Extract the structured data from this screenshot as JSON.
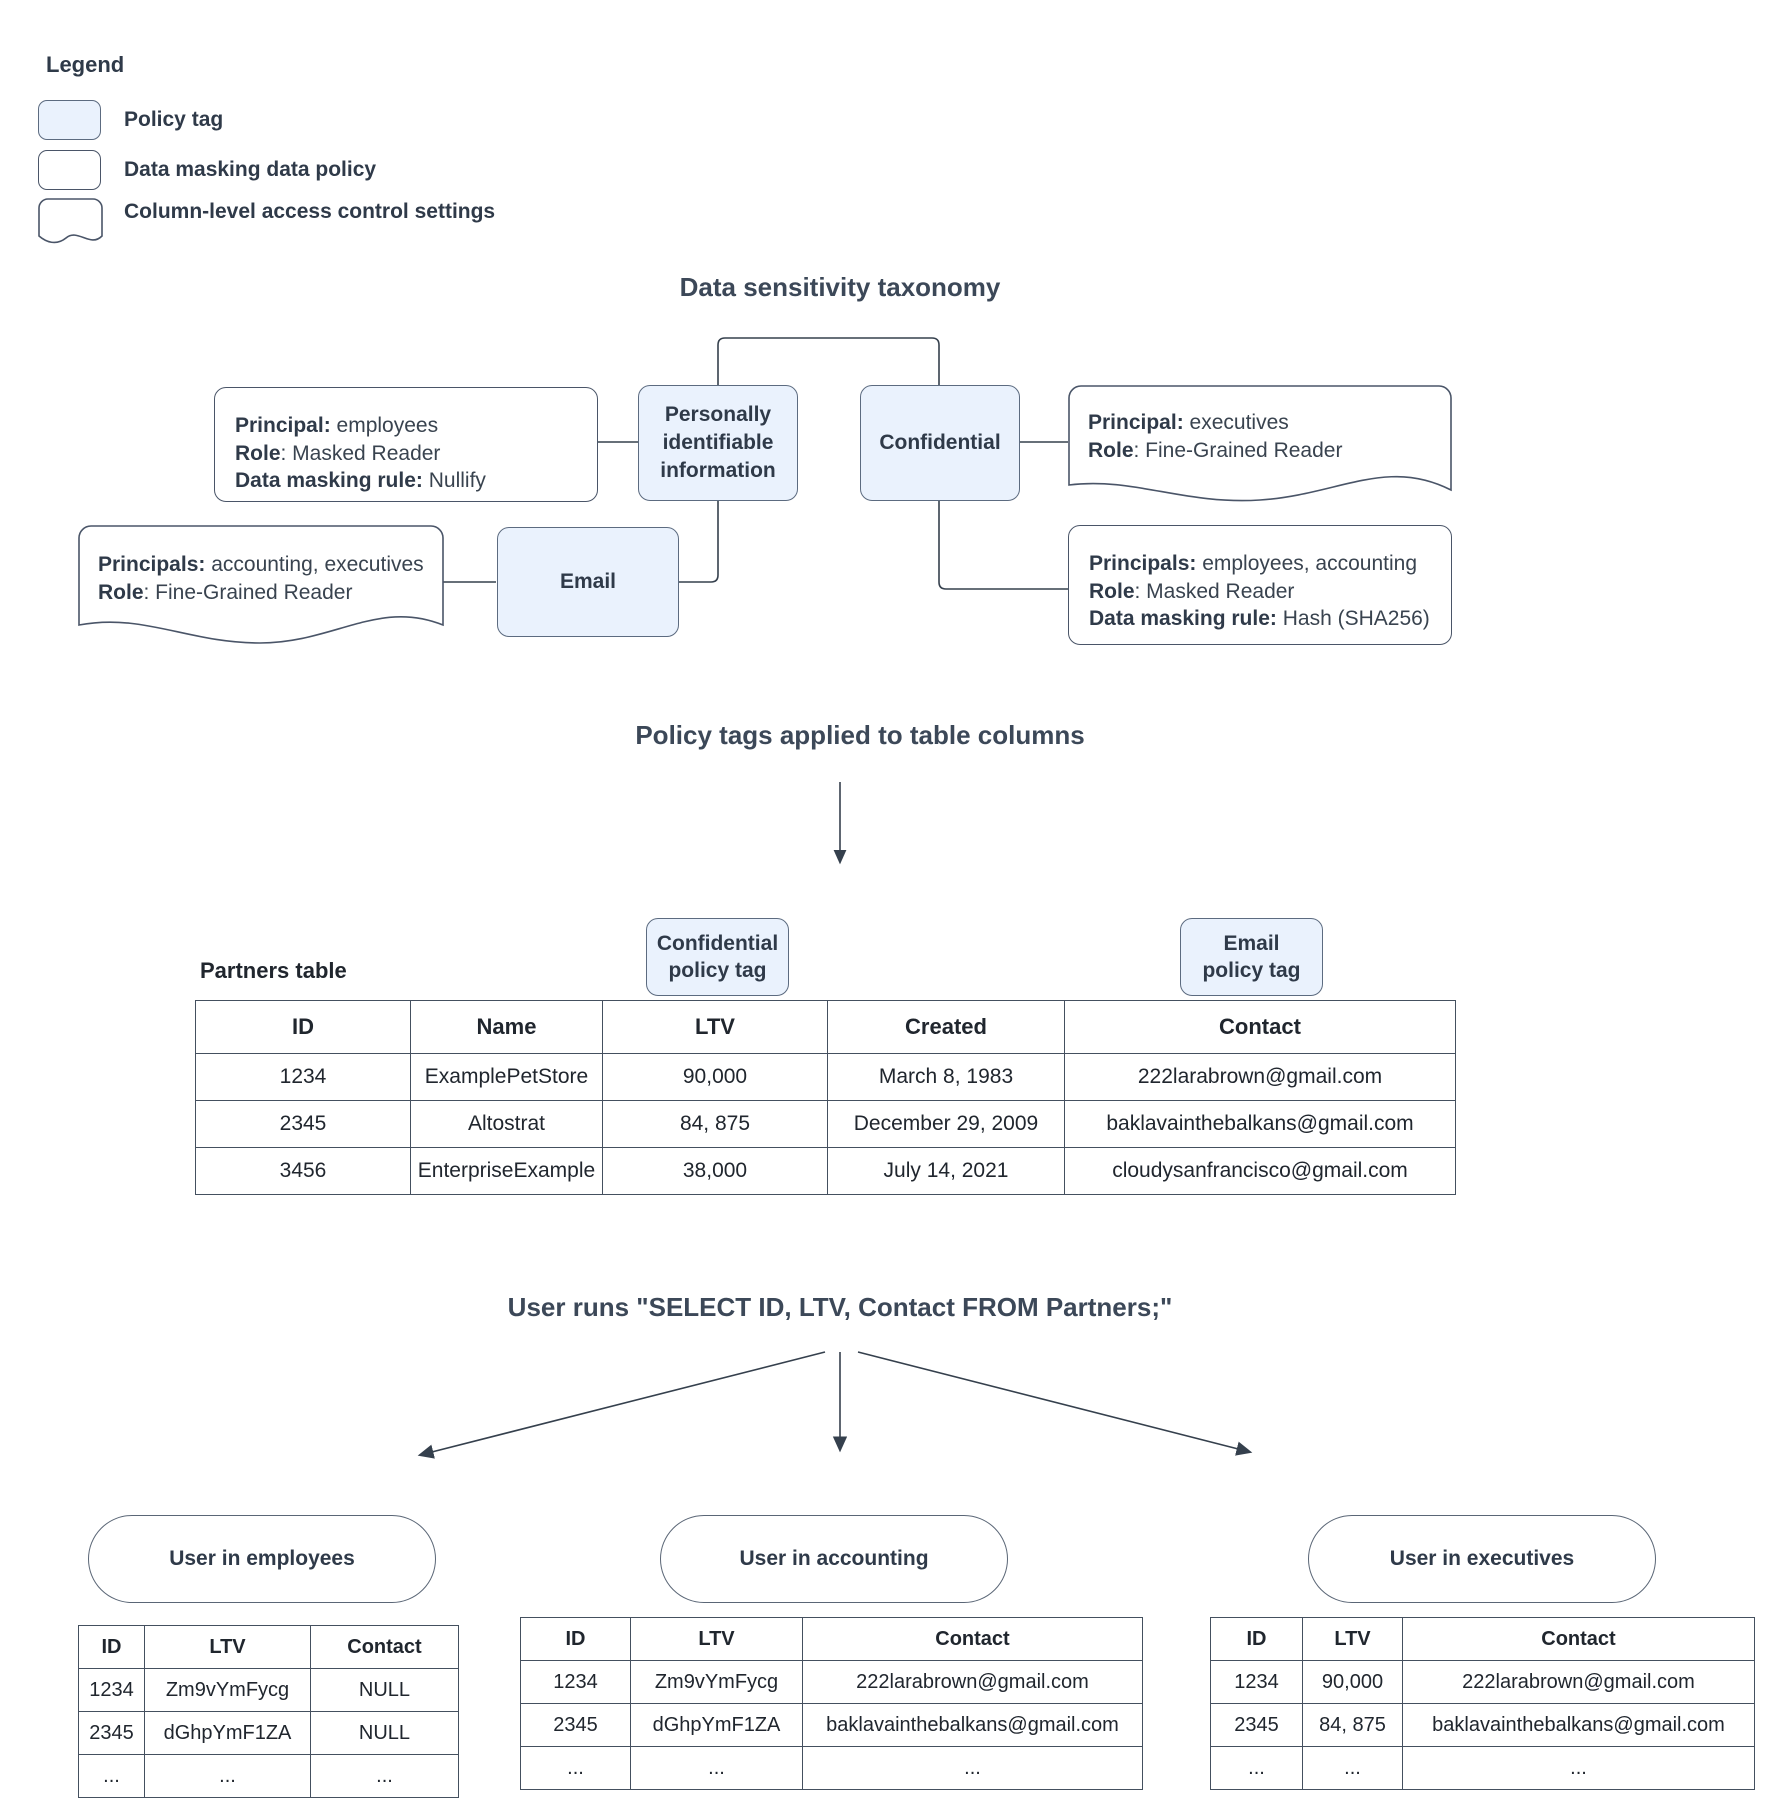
{
  "legend": {
    "title": "Legend",
    "items": [
      {
        "label": "Policy tag",
        "shape": "rounded-filled",
        "color": "#eaf2fd"
      },
      {
        "label": "Data masking data policy",
        "shape": "rounded-plain",
        "color": "#ffffff"
      },
      {
        "label": "Column-level access control settings",
        "shape": "wavy-bottom",
        "color": "#ffffff"
      }
    ]
  },
  "taxonomy": {
    "title": "Data sensitivity taxonomy",
    "tags": [
      {
        "name": "pii",
        "label": "Personally identifiable information"
      },
      {
        "name": "confidential",
        "label": "Confidential"
      },
      {
        "name": "email",
        "label": "Email"
      }
    ],
    "policies": [
      {
        "name": "pii-masking-policy",
        "type": "data-masking",
        "lines": [
          {
            "key": "Principal:",
            "value": " employees"
          },
          {
            "key": "Role",
            "value": ": Masked Reader"
          },
          {
            "key": "Data masking rule:",
            "value": " Nullify"
          }
        ]
      },
      {
        "name": "email-access-policy",
        "type": "column-level-access",
        "lines": [
          {
            "key": "Principals:",
            "value": " accounting, executives"
          },
          {
            "key": "Role",
            "value": ": Fine-Grained Reader"
          }
        ]
      },
      {
        "name": "confidential-access-policy",
        "type": "column-level-access",
        "lines": [
          {
            "key": "Principal:",
            "value": " executives"
          },
          {
            "key": "Role",
            "value": ": Fine-Grained Reader"
          }
        ]
      },
      {
        "name": "confidential-masking-policy",
        "type": "data-masking",
        "lines": [
          {
            "key": "Principals:",
            "value": " employees, accounting"
          },
          {
            "key": "Role",
            "value": ": Masked Reader"
          },
          {
            "key": "Data masking rule:",
            "value": " Hash (SHA256)"
          }
        ]
      }
    ]
  },
  "applied": {
    "title": "Policy tags applied to table columns",
    "table_caption": "Partners table",
    "column_tags": [
      {
        "name": "confidential-policy-tag",
        "line1": "Confidential",
        "line2": "policy tag"
      },
      {
        "name": "email-policy-tag",
        "line1": "Email",
        "line2": "policy tag"
      }
    ],
    "partners_table": {
      "headers": [
        "ID",
        "Name",
        "LTV",
        "Created",
        "Contact"
      ],
      "rows": [
        [
          "1234",
          "ExamplePetStore",
          "90,000",
          "March 8, 1983",
          "222larabrown@gmail.com"
        ],
        [
          "2345",
          "Altostrat",
          "84, 875",
          "December 29, 2009",
          "baklavainthebalkans@gmail.com"
        ],
        [
          "3456",
          "EnterpriseExample",
          "38,000",
          "July 14, 2021",
          "cloudysanfrancisco@gmail.com"
        ]
      ]
    }
  },
  "query": {
    "title": "User runs \"SELECT ID, LTV, Contact FROM Partners;\"",
    "results": [
      {
        "name": "employees",
        "pill": "User in employees",
        "headers": [
          "ID",
          "LTV",
          "Contact"
        ],
        "rows": [
          [
            "1234",
            "Zm9vYmFycg",
            "NULL"
          ],
          [
            "2345",
            "dGhpYmF1ZA",
            "NULL"
          ],
          [
            "...",
            "...",
            "..."
          ]
        ]
      },
      {
        "name": "accounting",
        "pill": "User in accounting",
        "headers": [
          "ID",
          "LTV",
          "Contact"
        ],
        "rows": [
          [
            "1234",
            "Zm9vYmFycg",
            "222larabrown@gmail.com"
          ],
          [
            "2345",
            "dGhpYmF1ZA",
            "baklavainthebalkans@gmail.com"
          ],
          [
            "...",
            "...",
            "..."
          ]
        ]
      },
      {
        "name": "executives",
        "pill": "User in executives",
        "headers": [
          "ID",
          "LTV",
          "Contact"
        ],
        "rows": [
          [
            "1234",
            "90,000",
            "222larabrown@gmail.com"
          ],
          [
            "2345",
            "84, 875",
            "baklavainthebalkans@gmail.com"
          ],
          [
            "...",
            "...",
            "..."
          ]
        ]
      }
    ]
  },
  "colors": {
    "policy_tag_fill": "#eaf2fd",
    "stroke": "#4a5568",
    "heading": "#3c4858",
    "text": "#39434f"
  }
}
